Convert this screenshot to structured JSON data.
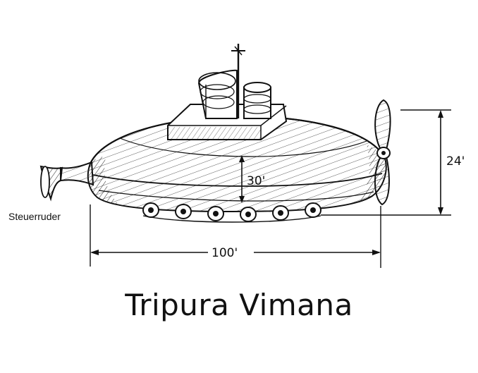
{
  "title": "Tripura Vimana",
  "labels": {
    "rudder": "Steuerruder",
    "height": "24'",
    "hull": "30'",
    "length": "100'"
  },
  "colors": {
    "ink": "#111111",
    "background": "#ffffff"
  }
}
